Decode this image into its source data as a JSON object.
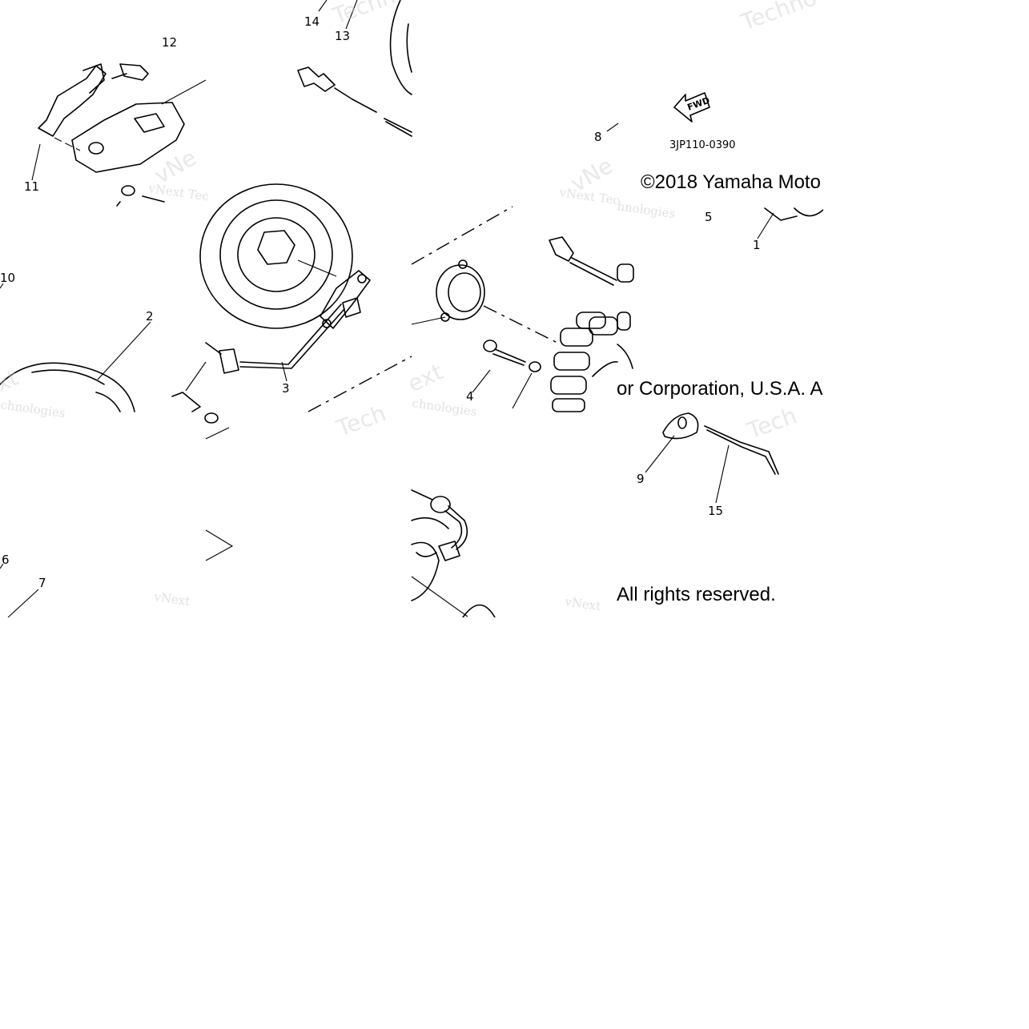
{
  "callouts": [
    "12",
    "14",
    "13",
    "11",
    "8",
    "5",
    "1",
    "10",
    "2",
    "3",
    "9",
    "15",
    "6",
    "7",
    "4"
  ],
  "drawing_code": "3JP110-0390",
  "arrow_label": "FWD",
  "copyright_parts": [
    "©2018 Yamaha Moto",
    "or Corporation, U.S.A. A",
    "All rights reserved."
  ],
  "watermarks": [
    "vNext Technologies",
    "Techno",
    "Tech"
  ],
  "colors": {
    "line": "#000000",
    "watermark": "#c9c9c9",
    "background": "#ffffff"
  }
}
